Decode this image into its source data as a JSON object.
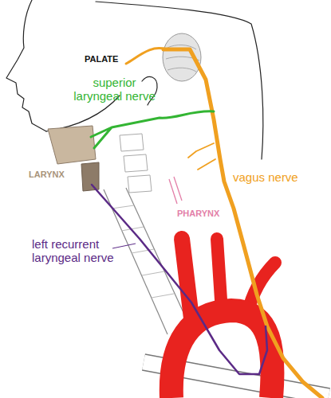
{
  "diagram": {
    "labels": [
      "PALATE",
      "superior laryngeal nerve",
      "LARYNX",
      "PHARYNX",
      "vagus nerve",
      "left recurrent laryngeal nerve"
    ]
  }
}
